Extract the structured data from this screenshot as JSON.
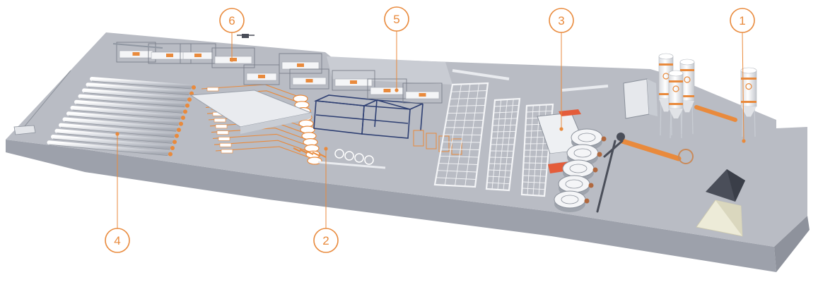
{
  "colors": {
    "accent": "#E98A3C",
    "floor_top": "#B9BCC4",
    "floor_front": "#9DA1AB",
    "floor_side": "#8E929C",
    "machine_white": "#F4F5F7",
    "machine_outline": "#7A7F8A",
    "silo_white": "#F2F2F2",
    "frame_blue": "#2E3F72",
    "pile_dark": "#4A4E59",
    "pile_light": "#EDEBD8"
  },
  "callouts": [
    {
      "label": "1"
    },
    {
      "label": "2"
    },
    {
      "label": "3"
    },
    {
      "label": "4"
    },
    {
      "label": "5"
    },
    {
      "label": "6"
    }
  ]
}
